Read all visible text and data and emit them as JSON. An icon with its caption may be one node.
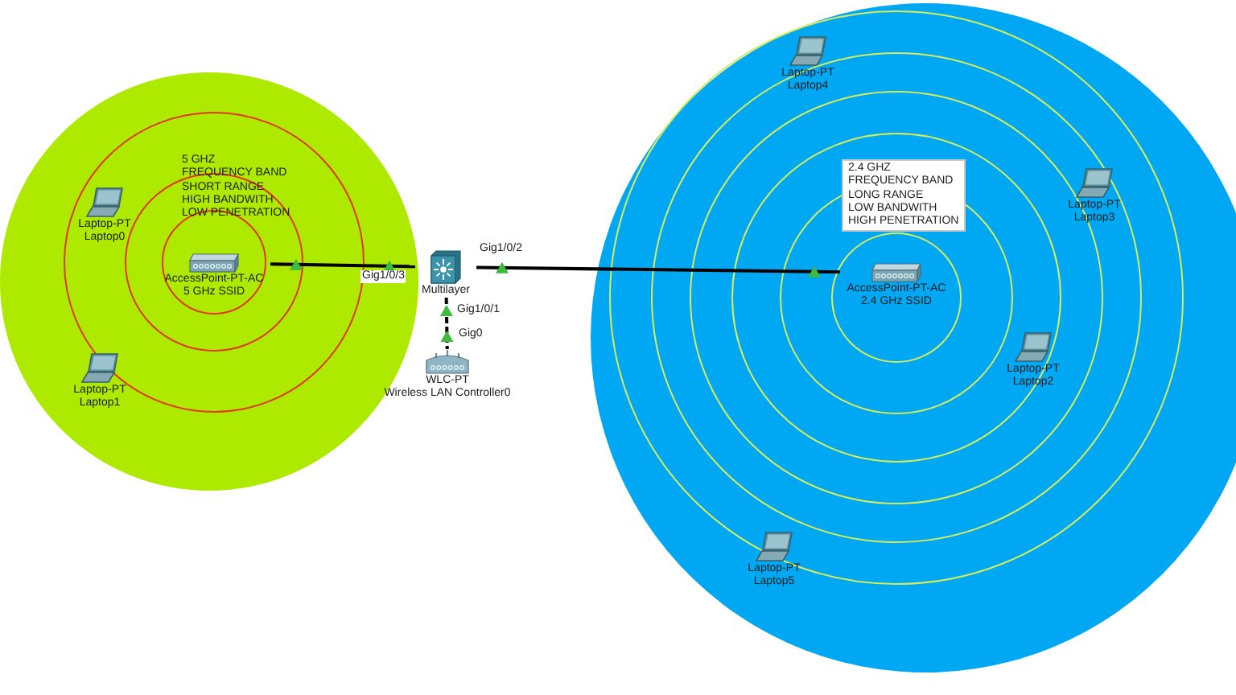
{
  "diagram": {
    "nodes": [
      {
        "text": [
          "5 GHZ",
          "FREQUENCY BAND",
          "SHORT RANGE",
          "HIGH BANDWITH",
          "LOW PENETRATION"
        ]
      },
      {
        "text": [
          "Laptop-PT",
          "Laptop0"
        ],
        "in": 0
      },
      {
        "text": [
          "AccessPoint-PT-AC",
          "5 GHz SSID"
        ],
        "in": 0
      },
      {
        "text": [
          "Laptop-PT",
          "Laptop1"
        ],
        "in": 0
      },
      {
        "text": [
          "Multilayer"
        ]
      },
      {
        "text": [
          "WLC-PT",
          "Wireless LAN Controller0"
        ]
      },
      {
        "text": [],
        "shape": "circle"
      },
      {
        "text": [
          "Laptop-PT",
          "Laptop4"
        ],
        "in": 6
      },
      {
        "text": [
          "2.4 GHZ",
          "FREQUENCY BAND",
          "LONG RANGE",
          "LOW BANDWITH",
          "HIGH PENETRATION"
        ],
        "in": 6
      },
      {
        "text": [
          "Laptop-PT",
          "Laptop3"
        ],
        "in": 6
      },
      {
        "text": [
          "AccessPoint-PT-AC",
          "2.4 GHz SSID"
        ],
        "in": 6
      },
      {
        "text": [
          "Laptop-PT",
          "Laptop2"
        ],
        "in": 6
      },
      {
        "text": [
          "Laptop-PT",
          "Laptop5"
        ],
        "in": 6
      }
    ],
    "edges": [
      {
        "from": 2,
        "to": 4,
        "arrow": "other",
        "label": "Gig1/0/3"
      },
      {
        "from": 4,
        "to": 10,
        "arrow": "other",
        "label": "Gig1/0/2"
      },
      {
        "from": 4,
        "to": 5,
        "arrow": "other",
        "label": "Gig1/0/1",
        "style": "dashed"
      }
    ],
    "labels": [
      "Gig0"
    ]
  }
}
